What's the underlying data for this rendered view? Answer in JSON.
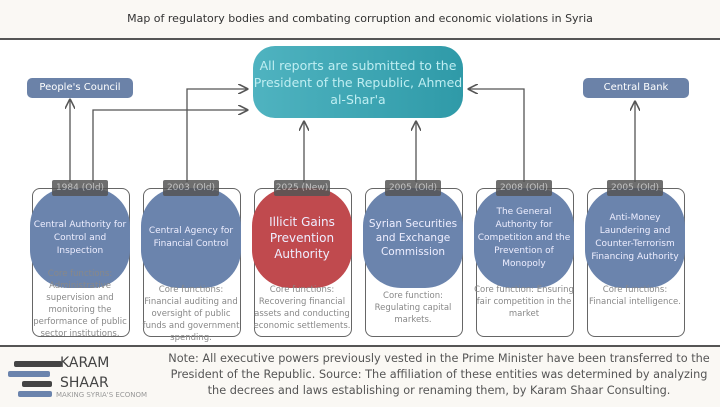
{
  "title": "Map of regulatory bodies and combating corruption and economic violations in Syria",
  "center_box": "All reports are submitted to the President of the Republic, Ahmed al-Shar'a",
  "peoples_council": "People's Council",
  "central_bank": "Central Bank",
  "bodies": [
    {
      "year": "1984 (Old)",
      "name": "Central Authority for Control and Inspection",
      "core": "Core functions: Administrative supervision and monitoring the performance of public sector institutions.",
      "color": "#6b84ad"
    },
    {
      "year": "2003 (Old)",
      "name": "Central Agency for Financial Control",
      "core": "Core functions: Financial auditing and oversight of public funds and government spending.",
      "color": "#6b84ad"
    },
    {
      "year": "2025 (New)",
      "name": "Illicit Gains Prevention Authority",
      "core": "Core functions: Recovering financial assets and conducting economic settlements.",
      "color": "#c04a4e"
    },
    {
      "year": "2005 (Old)",
      "name": "Syrian Securities and Exchange Commission",
      "core": "Core function: Regulating capital markets.",
      "color": "#6b84ad"
    },
    {
      "year": "2008 (Old)",
      "name": "The General Authority for Competition and the Prevention of Monopoly",
      "core": "Core function: Ensuring fair competition in the market",
      "color": "#6b84ad"
    },
    {
      "year": "2005 (Old)",
      "name": "Anti-Money Laundering and Counter-Terrorism Financing Authority",
      "core": "Core functions: Financial intelligence.",
      "color": "#6b84ad"
    }
  ],
  "footer": {
    "note": "Note: All executive powers previously vested in the Prime Minister have been transferred to the President of the Republic. Source: The affiliation of these entities was determined by analyzing the decrees and laws establishing or renaming them, by Karam Shaar Consulting.",
    "logo_line1": "KARAM",
    "logo_line2": "SHAAR",
    "logo_tag": "MAKING SYRIA'S ECONOM"
  }
}
